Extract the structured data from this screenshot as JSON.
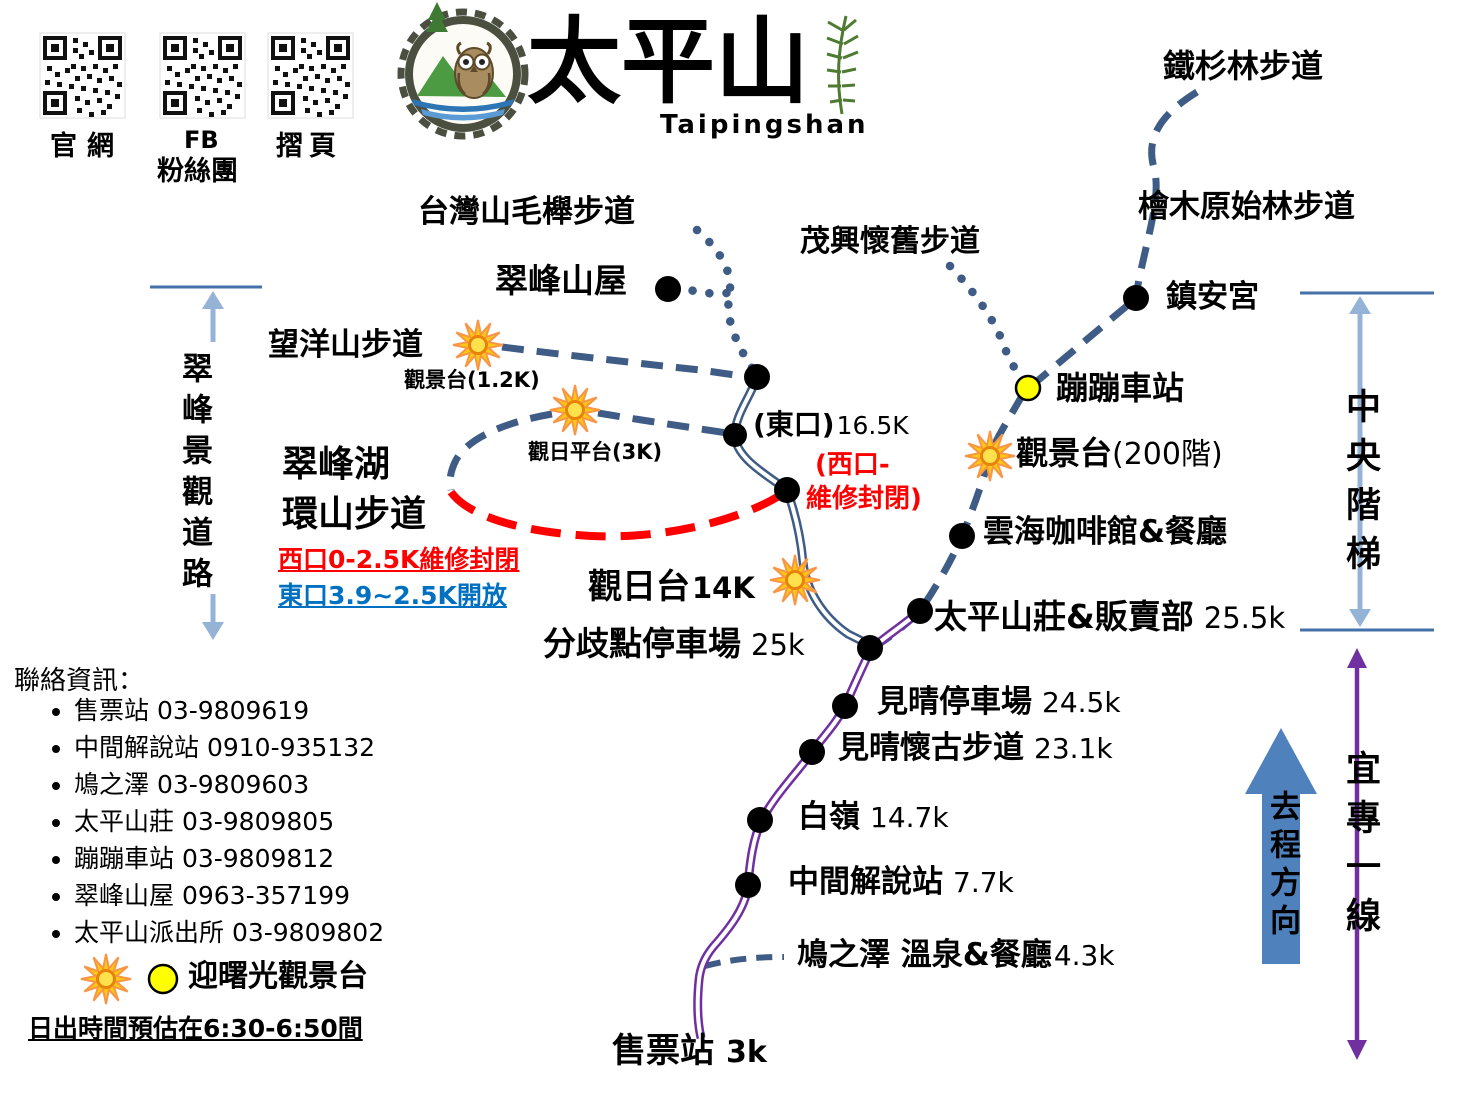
{
  "qr": {
    "website": "官網",
    "fb_line1": "FB",
    "fb_line2": "粉絲團",
    "brochure": "摺頁"
  },
  "logo": {
    "title": "太平山",
    "subtitle": "Taipingshan"
  },
  "places": {
    "tieshanlin_trail": "鐵杉林步道",
    "kuaimu_trail": "檜木原始林步道",
    "beech_trail": "台灣山毛櫸步道",
    "maoxing_trail": "茂興懷舊步道",
    "cuifeng_hut": "翠峰山屋",
    "zhenan_temple": "鎮安宮",
    "wangyang_trail": "望洋山步道",
    "viewing_platform_12k": "觀景台(1.2K)",
    "bongbong_station": "蹦蹦車站",
    "sunrise_platform_3k": "觀日平台(3K)",
    "cloud_cafe": "雲海咖啡館&餐廳",
    "cuifeng_lake_line1": "翠峰湖",
    "cuifeng_lake_line2": "環山步道",
    "west_entrance_line1": "(西口-",
    "west_entrance_line2": "維修封閉)",
    "west_closure_note": "西口0-2.5K維修封閉",
    "east_open_note": "東口3.9~2.5K開放"
  },
  "stations": {
    "east_entrance": {
      "name": "(東口)",
      "km": "16.5K"
    },
    "viewing_platform_200": {
      "name": "觀景台",
      "suffix": "(200階)"
    },
    "sunrise_deck": {
      "name": "觀日台",
      "km": "14K"
    },
    "junction_parking": {
      "name": "分歧點停車場",
      "km": "25k"
    },
    "villa": {
      "name": "太平山莊&販賣部",
      "km": "25.5k"
    },
    "jianqing_parking": {
      "name": "見晴停車場",
      "km": "24.5k"
    },
    "jianqing_trail": {
      "name": "見晴懷古步道",
      "km": "23.1k"
    },
    "bailing": {
      "name": "白嶺",
      "km": "14.7k"
    },
    "middle_station": {
      "name": "中間解說站",
      "km": "7.7k"
    },
    "jiuzhize": {
      "name": "鳩之澤 溫泉&餐廳",
      "km": "4.3k"
    },
    "ticket_station": {
      "name": "售票站",
      "km": "3k"
    }
  },
  "sidebars": {
    "cuifeng_road": "翠峰景觀道路",
    "central_stairs": "中央階梯",
    "yizhuan_line": "宜專一線",
    "direction": "去程方向"
  },
  "contact": {
    "heading": "聯絡資訊：",
    "items": [
      "售票站 03-9809619",
      "中間解說站 0910-935132",
      "鳩之澤 03-9809603",
      "太平山莊 03-9809805",
      "蹦蹦車站 03-9809812",
      "翠峰山屋 0963-357199",
      "太平山派出所 03-9809802"
    ]
  },
  "legend": {
    "sunrise_platforms": "迎曙光觀景台",
    "sunrise_time": "日出時間預估在6:30-6:50間"
  }
}
